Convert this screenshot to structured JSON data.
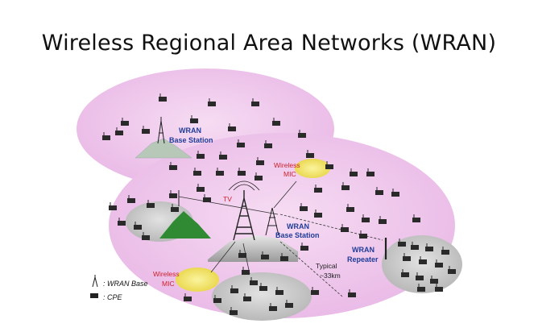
{
  "title": "Wireless Regional Area Networks (WRAN)",
  "labels": {
    "wran_base_station_top": [
      "WRAN",
      "Base Station"
    ],
    "wran_base_station_center": [
      "WRAN",
      "Base Station"
    ],
    "wran_repeater": [
      "WRAN",
      "Repeater"
    ],
    "wireless_mic_top": [
      "Wireless",
      "MIC"
    ],
    "wireless_mic_bottom": [
      "Wireless",
      "MIC"
    ],
    "tv": "TV",
    "typical_distance": [
      "Typical",
      "~33km"
    ]
  },
  "legend": {
    "base_station": ": WRAN Base",
    "cpe": ": CPE"
  },
  "colors": {
    "coverage_pink": "#efc6ec",
    "coverage_gray": "#c9c9c9",
    "blue_label": "#1f3c99",
    "red_label": "#d0202a",
    "mic_yellow": "#f3e46a",
    "green_hill": "#2f8a33"
  }
}
